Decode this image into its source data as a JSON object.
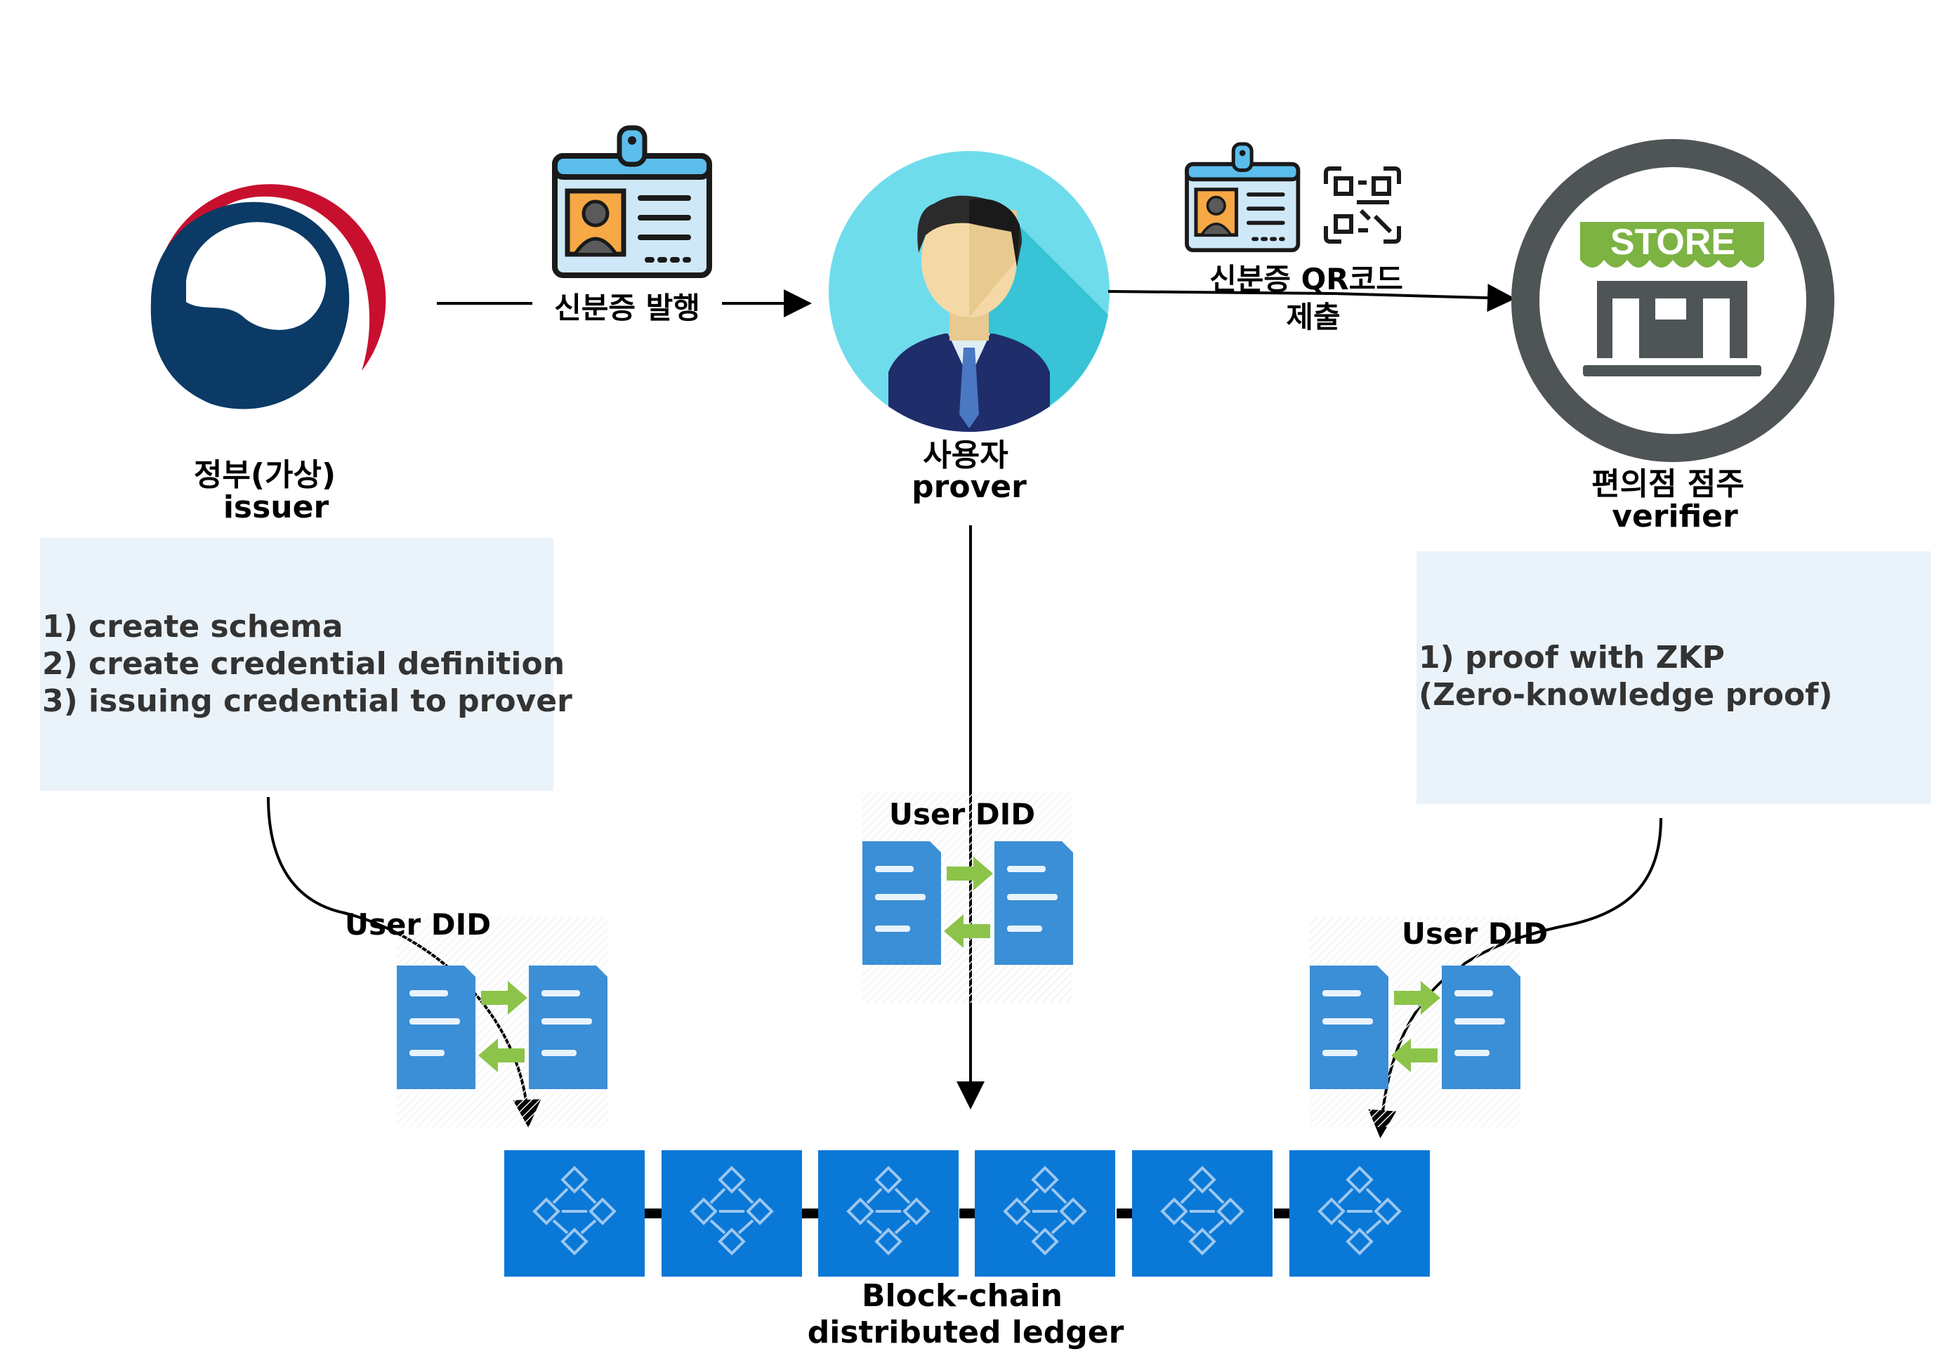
{
  "actors": {
    "issuer": {
      "line1": "정부(가상)",
      "line2": "issuer"
    },
    "prover": {
      "line1": "사용자",
      "line2": "prover"
    },
    "verifier": {
      "line1": "편의점 점주",
      "line2": "verifier"
    }
  },
  "arrows": {
    "issue": "신분증 발행",
    "submit_line1": "신분증 QR코드",
    "submit_line2": "제출"
  },
  "store_sign": "STORE",
  "issuer_steps": [
    "1) create schema",
    "2) create credential definition",
    "3) issuing credential to prover"
  ],
  "verifier_steps": [
    "1) proof with ZKP",
    "(Zero-knowledge proof)"
  ],
  "did_label": "User DID",
  "blockchain": {
    "line1": "Block-chain",
    "line2": "distributed ledger"
  },
  "colors": {
    "box_bg": "#eaf2fa",
    "block_blue": "#0a78d7",
    "doc_blue": "#3b8fd6",
    "green_arrow": "#8cc44a",
    "store_ring": "#4f5456",
    "store_green": "#7cb342",
    "avatar_bg": "#6fdcec",
    "emblem_red": "#c8102e",
    "emblem_navy": "#0b3a66"
  },
  "icons": [
    "government-emblem-icon",
    "id-card-icon",
    "user-avatar-icon",
    "qr-code-icon",
    "store-icon",
    "document-exchange-icon",
    "blockchain-node-icon"
  ]
}
